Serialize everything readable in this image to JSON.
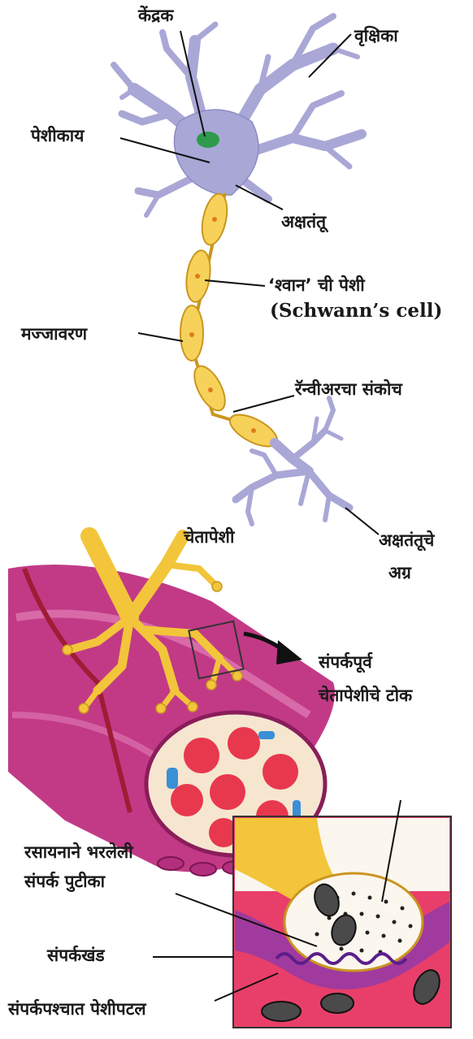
{
  "neuron_labels": {
    "nucleus": "केंद्रक",
    "dendrite": "वृक्षिका",
    "cell_body": "पेशीकाय",
    "axon": "अक्षतंतू",
    "schwann_cell": "‘श्वान’ ची पेशी",
    "schwann_cell_en": "(Schwann’s cell)",
    "myelin_sheath": "मज्जावरण",
    "node_of_ranvier": "रॅन्वीअरचा संकोच",
    "axon_terminal_line1": "अक्षतंतूचे",
    "axon_terminal_line2": "अग्र"
  },
  "muscle_labels": {
    "nerve_cell": "चेतापेशी",
    "presynaptic_line1": "संपर्कपूर्व",
    "presynaptic_line2": "चेतापेशीचे टोक"
  },
  "synapse_labels": {
    "vesicle_line1": "रसायनाने भरलेली",
    "vesicle_line2": "संपर्क पुटीका",
    "synaptic_cleft": "संपर्कखंड",
    "postsynaptic_membrane": "संपर्कपश्चात पेशीपटल"
  },
  "colors": {
    "neuron_body": "#a9a7d6",
    "neuron_outline": "#6c6aa8",
    "nucleus": "#2f9a4c",
    "schwann": "#f7d25a",
    "schwann_outline": "#c9961f",
    "schwann_dot": "#e07b1c",
    "muscle": "#c23a86",
    "muscle_light": "#e68ac0",
    "nerve_yellow": "#f2c53a",
    "fiber_red": "#e8384e",
    "fiber_blue": "#3a8fd6",
    "synapse_bg": "#e83f6a"
  }
}
